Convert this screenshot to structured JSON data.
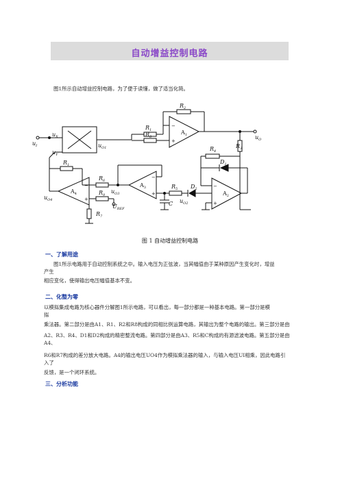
{
  "title": "自动增益控制电路",
  "intro": "图1所示自动增益控制电路，为了便于读懂，做了适当化简。",
  "figure": {
    "caption": "图 1   自动增益控制电路",
    "labels": {
      "ui": "u",
      "ui_sub": "I",
      "ux": "u",
      "ux_sub": "X",
      "uy": "u",
      "uy_sub": "Y",
      "uo1": "u",
      "uo1_sub": "O1",
      "uo": "u",
      "uo_sub": "O",
      "uo2": "u",
      "uo2_sub": "O2",
      "uo3": "u",
      "uo3_sub": "O3",
      "uo4": "u",
      "uo4_sub": "O4",
      "ref": "U",
      "ref_sub": "REF",
      "r1": "R",
      "r1_sub": "1",
      "r2": "R",
      "r2_sub": "2",
      "r3": "R",
      "r3_sub": "3",
      "r4": "R",
      "r4_sub": "4",
      "r5": "R",
      "r5_sub": "5",
      "r6": "R",
      "r6_sub": "6",
      "r7": "R",
      "r7_sub": "7",
      "r8": "R",
      "r8_sub": "8",
      "r9": "R",
      "r9_sub": "9",
      "r10": "R",
      "r10_sub": "1",
      "c": "C",
      "d1": "D",
      "d1_sub": "1",
      "d2": "D",
      "d2_sub": "2",
      "a1": "A",
      "a1_sub": "1",
      "a2": "A",
      "a2_sub": "2",
      "a3": "A",
      "a3_sub": "3",
      "a4": "A",
      "a4_sub": "4",
      "minus": "−",
      "plus": "+"
    }
  },
  "sections": [
    {
      "heading": "一、了解用途",
      "lines": [
        "图1所示电路用于自动控制系统之中。输入电压为正弦波，当其幅值由于某种原因产生变化时，增益",
        "产生",
        "相应变化，使得输出电压幅值基本不变。"
      ]
    },
    {
      "heading": "二、化整为零",
      "lines": [
        "以模拟集成电路为核心器件分解图1所示电路，可以看出，每一部分都是一种基本电路。第一部分是模",
        "拟",
        "乘法器。第二部分是由A1、R1、R2和R8构成的同相比例运算电路，其输出为整个电路的输出。第三部分是由",
        "A2、R3、R4、D1和D2构成的精密整流电路。第四部分是由A3、R5和C构成的有源滤波电路。第五部分是由",
        "A4、",
        "R6和R7构成的差分放大电路。A4的输出电压UO4作为模拟乘法器的输入，与输入电压UI相乘，因此电路引",
        "入了",
        "反馈，是一个闭环系统。"
      ]
    },
    {
      "heading": "三、分析功能",
      "lines": []
    }
  ]
}
